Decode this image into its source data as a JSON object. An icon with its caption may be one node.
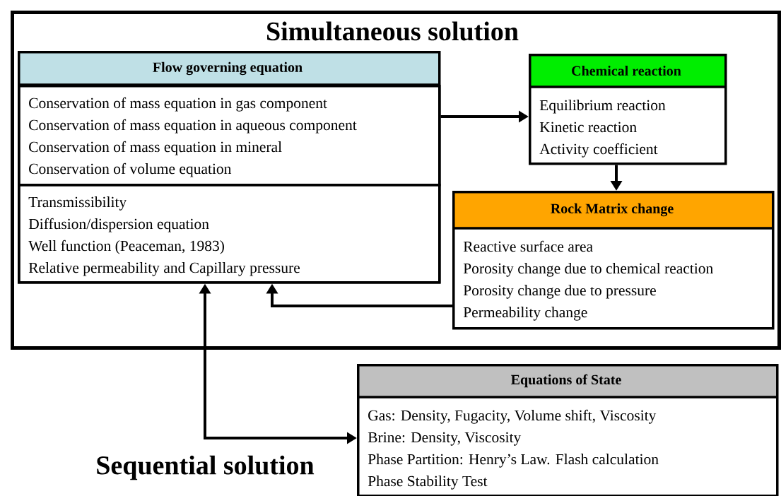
{
  "diagram": {
    "nodes": [
      {
        "text": [
          "Simultaneous solution"
        ]
      },
      {
        "text": [
          "Flow governing equation"
        ],
        "in": 0
      },
      {
        "text": [
          "Conservation of mass equation in gas component",
          "Conservation of mass equation in aqueous component",
          "Conservation of mass equation in mineral",
          "Conservation of volume equation"
        ],
        "in": 1
      },
      {
        "text": [
          "Transmissibility",
          "Diffusion/dispersion equation",
          "Well function (Peaceman, 1983)",
          "Relative permeability and Capillary pressure"
        ],
        "in": 1
      },
      {
        "text": [
          "Chemical reaction",
          "Equilibrium reaction",
          "Kinetic reaction",
          "Activity coefficient"
        ],
        "in": 0
      },
      {
        "text": [
          "Rock Matrix change",
          "Reactive surface area",
          "Porosity change due to chemical reaction",
          "Porosity change due to pressure",
          "Permeability change"
        ],
        "in": 0
      },
      {
        "text": [
          "Equations of State",
          "Gas: Density, Fugacity, Volume shift, Viscosity",
          "Brine: Density, Viscosity",
          "Phase Partition: Henry’s Law. Flash calculation",
          "Phase Stability Test"
        ]
      }
    ],
    "edges": [
      {
        "from": 2,
        "to": 4,
        "arrow": "to"
      },
      {
        "from": 4,
        "to": 5,
        "arrow": "to"
      },
      {
        "from": 5,
        "to": 3,
        "arrow": "to"
      },
      {
        "from": 6,
        "to": 3,
        "arrow": "both"
      }
    ],
    "labels": [
      "Sequential solution"
    ]
  }
}
